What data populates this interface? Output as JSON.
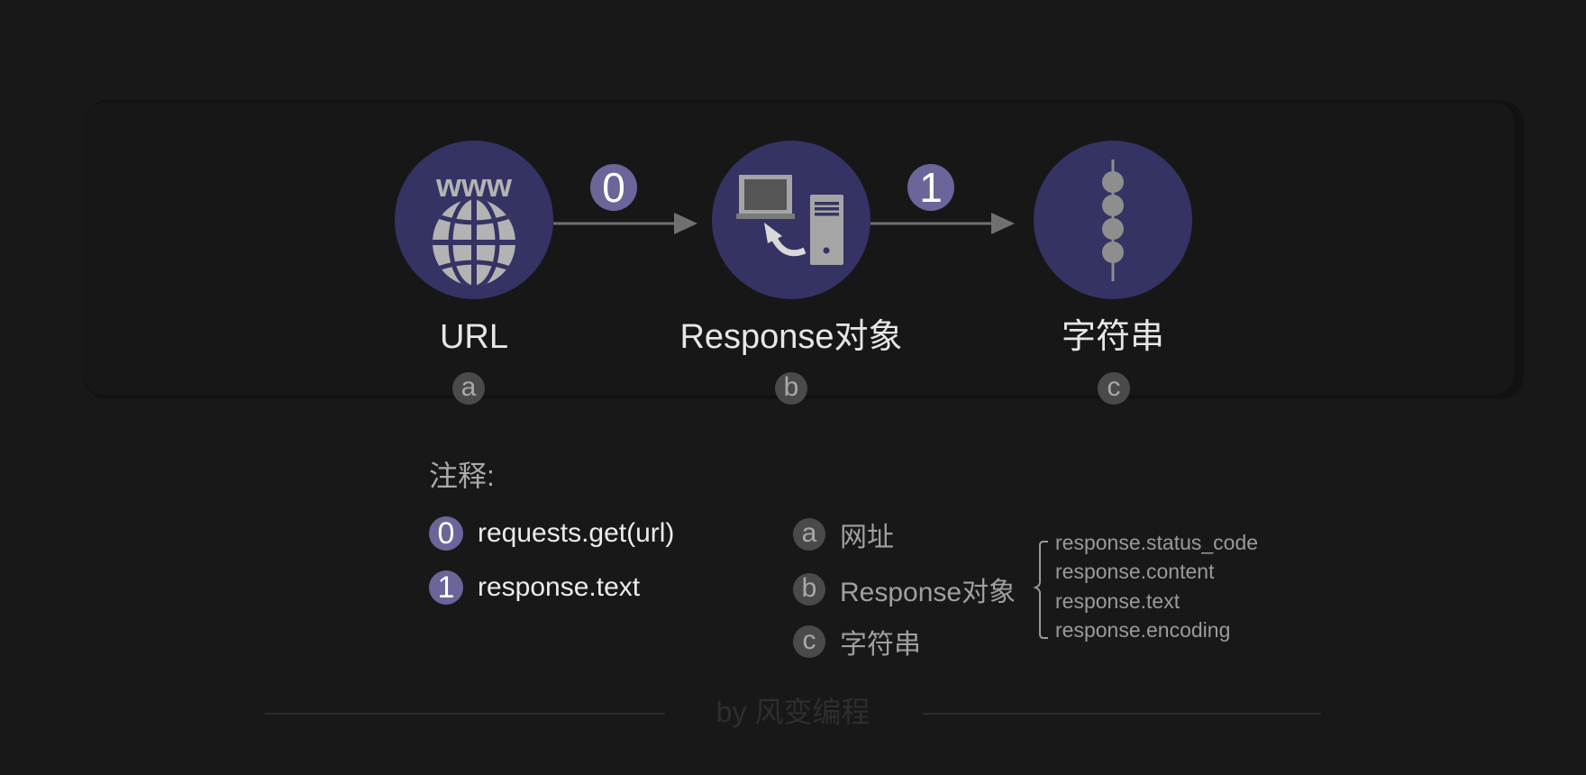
{
  "diagram": {
    "nodes": [
      {
        "id": "a",
        "label": "URL",
        "letter": "a",
        "icon": "globe-www-icon"
      },
      {
        "id": "b",
        "label": "Response对象",
        "letter": "b",
        "icon": "computer-server-response-icon"
      },
      {
        "id": "c",
        "label": "字符串",
        "letter": "c",
        "icon": "string-beads-icon"
      }
    ],
    "edges": [
      {
        "from": "a",
        "to": "b",
        "step": "0"
      },
      {
        "from": "b",
        "to": "c",
        "step": "1"
      }
    ],
    "colors": {
      "node_fill": "#343364",
      "step_badge": "#6a6699",
      "letter_badge": "#4a4a4a",
      "arrow": "#707070",
      "icon": "#b3b3b3",
      "background": "#181818"
    }
  },
  "legend": {
    "title": "注释:",
    "steps": [
      {
        "badge": "0",
        "text": "requests.get(url)"
      },
      {
        "badge": "1",
        "text": "response.text"
      }
    ],
    "letters": [
      {
        "badge": "a",
        "text": "网址"
      },
      {
        "badge": "b",
        "text": "Response对象"
      },
      {
        "badge": "c",
        "text": "字符串"
      }
    ],
    "response_attributes": [
      "response.status_code",
      "response.content",
      "response.text",
      "response.encoding"
    ]
  },
  "footer": {
    "text": "by 风变编程"
  }
}
